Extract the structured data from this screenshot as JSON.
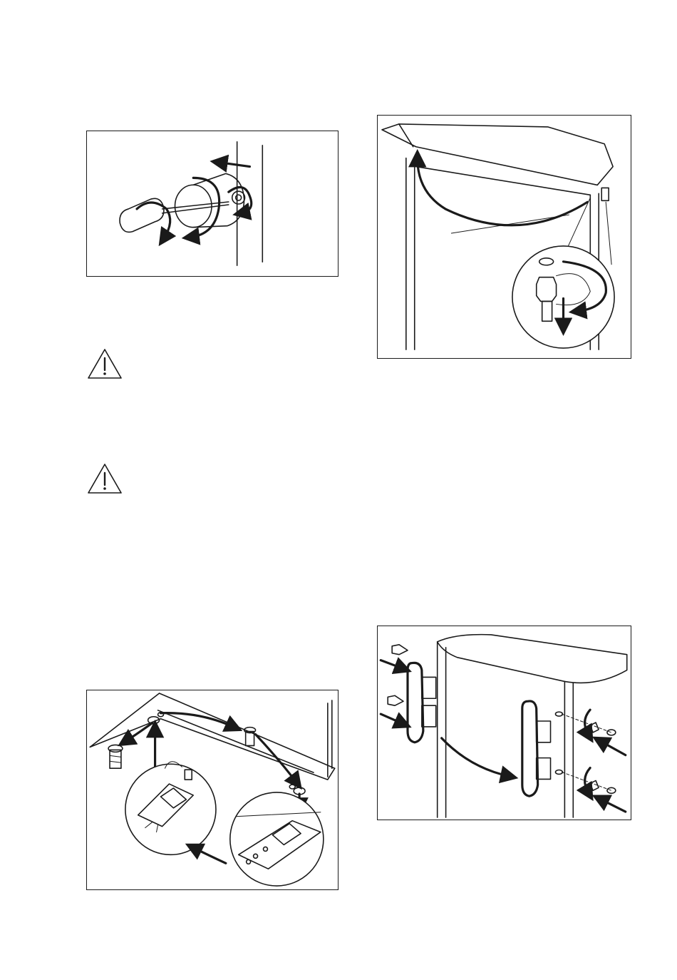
{
  "figures": [
    {
      "id": "screwdriver",
      "description_icon": "screwdriver-icon"
    },
    {
      "id": "top-hinge",
      "description_icon": "hinge-pin-icon"
    },
    {
      "id": "handles",
      "description_icon": "door-handle-icon"
    },
    {
      "id": "bottom-hinge",
      "description_icon": "bracket-icon"
    }
  ],
  "warnings": [
    {
      "icon": "warning-triangle-icon"
    },
    {
      "icon": "warning-triangle-icon"
    }
  ],
  "colors": {
    "ink": "#1a1a1a",
    "paper": "#ffffff"
  }
}
